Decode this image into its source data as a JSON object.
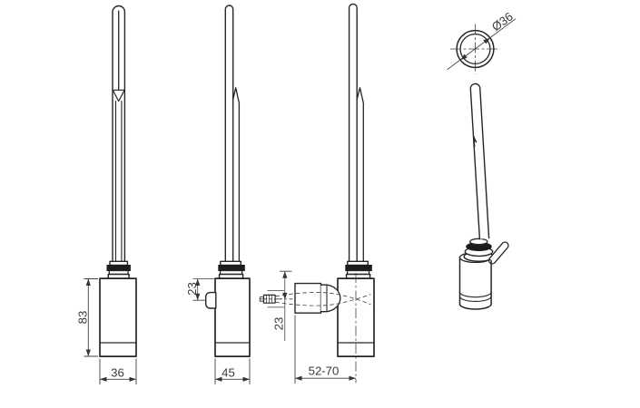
{
  "drawing": {
    "type": "technical-drawing",
    "subject": "electric heating element with cable gland",
    "colors": {
      "line": "#262626",
      "dimension_line": "#3f3f3f",
      "text": "#3a3a3a",
      "dark_band": "#1c1c1c",
      "background": "#ffffff"
    },
    "views": {
      "front": {
        "height_label": "83",
        "width_label": "36"
      },
      "side": {
        "offset_label": "23",
        "width_label": "45"
      },
      "back": {
        "offset_label": "23",
        "depth_label": "52-70"
      },
      "section": {
        "diameter_label": "Ø36"
      }
    }
  }
}
